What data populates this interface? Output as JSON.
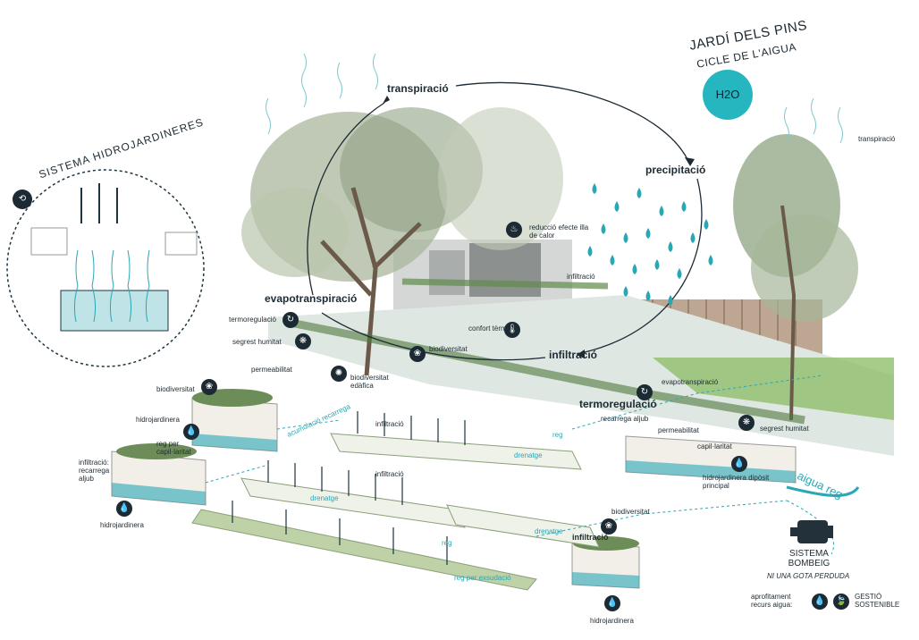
{
  "title": {
    "line1": "JARDÍ DELS PINS",
    "line2": "CICLE DE L'AIGUA",
    "badge": "H2O"
  },
  "inset": {
    "title": "SISTEMA  HIDROJARDINERES"
  },
  "cycle": {
    "transpiracio": "transpiració",
    "precipitacio": "precipitació",
    "evapotranspiracio": "evapotranspiració",
    "infiltracio": "infiltració",
    "transpiracio_right": "transpiració"
  },
  "labels": {
    "reduccio": "reducció efecte illa de calor",
    "infiltracio_roof": "infiltració",
    "termoregulacio_left": "termoregulació",
    "segrest_left": "segrest humitat",
    "confort": "confort tèrmic",
    "biodiversitat_mid": "biodiversitat",
    "permeabilitat_left": "permeabilitat",
    "biodiversitat_edafica": "biodiversitat edàfica",
    "biodiversitat_box1": "biodiversitat",
    "hidrojardinera_box1": "hidrojardinera",
    "reg_capil": "reg per capil·laritat",
    "infiltracio_recarrega": "infiltració: recarrega aljub",
    "hidrojardinera_box2": "hidrojardinera",
    "infiltracio_c1": "infiltració",
    "infiltracio_c2": "infiltració",
    "evapo_right": "evapotranspiració",
    "termo_right": "termoregulació",
    "recarrega_right": "recarrega aljub",
    "permeabilitat_right": "permeabilitat",
    "capil_right": "capil·laritat",
    "segrest_right": "segrest humitat",
    "hidro_deposit": "hidrojardinera dipòsit principal",
    "aigua_reg": "aigua reg",
    "biodiversitat_box3": "biodiversitat",
    "infiltracio_box3": "infiltració",
    "hidrojardinera_box3": "hidrojardinera",
    "drenatge1": "drenatge",
    "drenatge2": "drenatge",
    "drenatge3": "drenatge",
    "reg1": "reg",
    "reg2": "reg",
    "reg_per_exsudacio": "reg per exsudació",
    "acumulacio": "acumulació recarrega"
  },
  "pump": {
    "title": "SISTEMA BOMBEIG",
    "subtitle": "NI UNA GOTA PERDUDA"
  },
  "legend": {
    "aprofitament": "aprofitament recurs aigua:",
    "gestio": "GESTIÓ SOSTENIBLE"
  }
}
